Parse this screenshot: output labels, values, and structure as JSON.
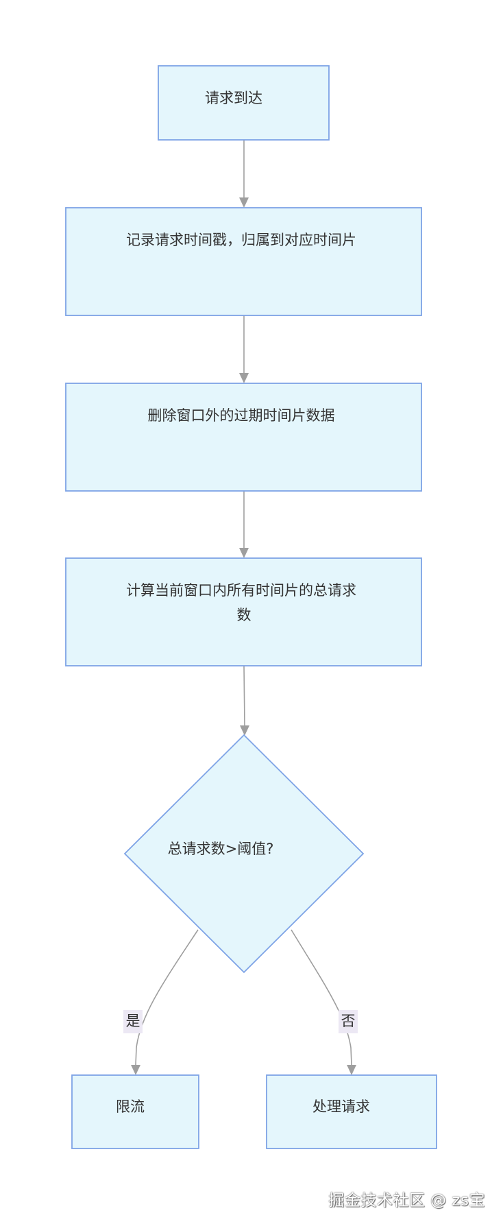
{
  "nodes": {
    "request_arrives": "请求到达",
    "record_timestamp": "记录请求时间戳，归属到对应时间片",
    "delete_expired": "删除窗口外的过期时间片数据",
    "calc_total_line1": "计算当前窗口内所有时间片的总请求",
    "calc_total_line2": "数",
    "decision": "总请求数>阈值?",
    "rate_limit": "限流",
    "process_request": "处理请求"
  },
  "edges": {
    "yes_label": "是",
    "no_label": "否"
  },
  "watermark": "掘金技术社区 @ zs宝"
}
